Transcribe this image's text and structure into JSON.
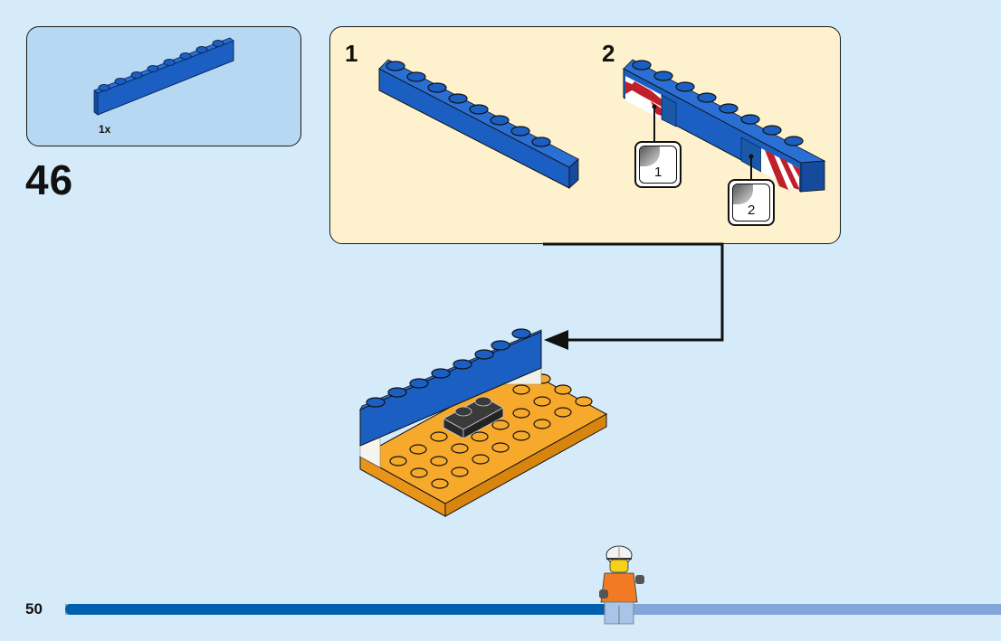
{
  "page": {
    "number": "50",
    "progress_fraction": 0.59
  },
  "parts_list": {
    "items": [
      {
        "part": "brick-1x8",
        "color": "blue",
        "quantity_label": "1x"
      }
    ]
  },
  "step": {
    "number": "46"
  },
  "sub_assembly": {
    "steps": [
      {
        "label": "1",
        "part": "brick-1x8",
        "color": "blue"
      },
      {
        "label": "2",
        "part": "brick-1x8",
        "color": "blue",
        "stickers": [
          {
            "label": "1"
          },
          {
            "label": "2"
          }
        ]
      }
    ]
  },
  "colors": {
    "background": "#d5ebfa",
    "parts_box": "#b6d8f2",
    "sub_panel": "#fdf2cd",
    "brick_blue": "#1c5fc2",
    "plate_orange": "#f7a92b",
    "dark_grey": "#3a3a3a",
    "progress_fill": "#0060ae",
    "progress_track": "#82a6d9"
  }
}
